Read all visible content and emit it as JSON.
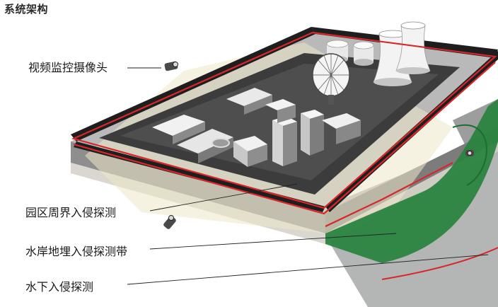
{
  "heading": "系统架构",
  "labels": {
    "camera": "视频监控摄像头",
    "perimeter": "园区周界入侵探测",
    "shoreline": "水岸地埋入侵探测带",
    "underwater": "水下入侵探测"
  },
  "colors": {
    "perimeter_line": "#d6282b",
    "ground": "#b7b7b7",
    "camera_cone": "#efe7c8",
    "underwater_zone": "#27823d",
    "water": "#b1b2b2",
    "cooling_tower": "#f3f3f3"
  },
  "icons": [
    "camera-icon"
  ]
}
